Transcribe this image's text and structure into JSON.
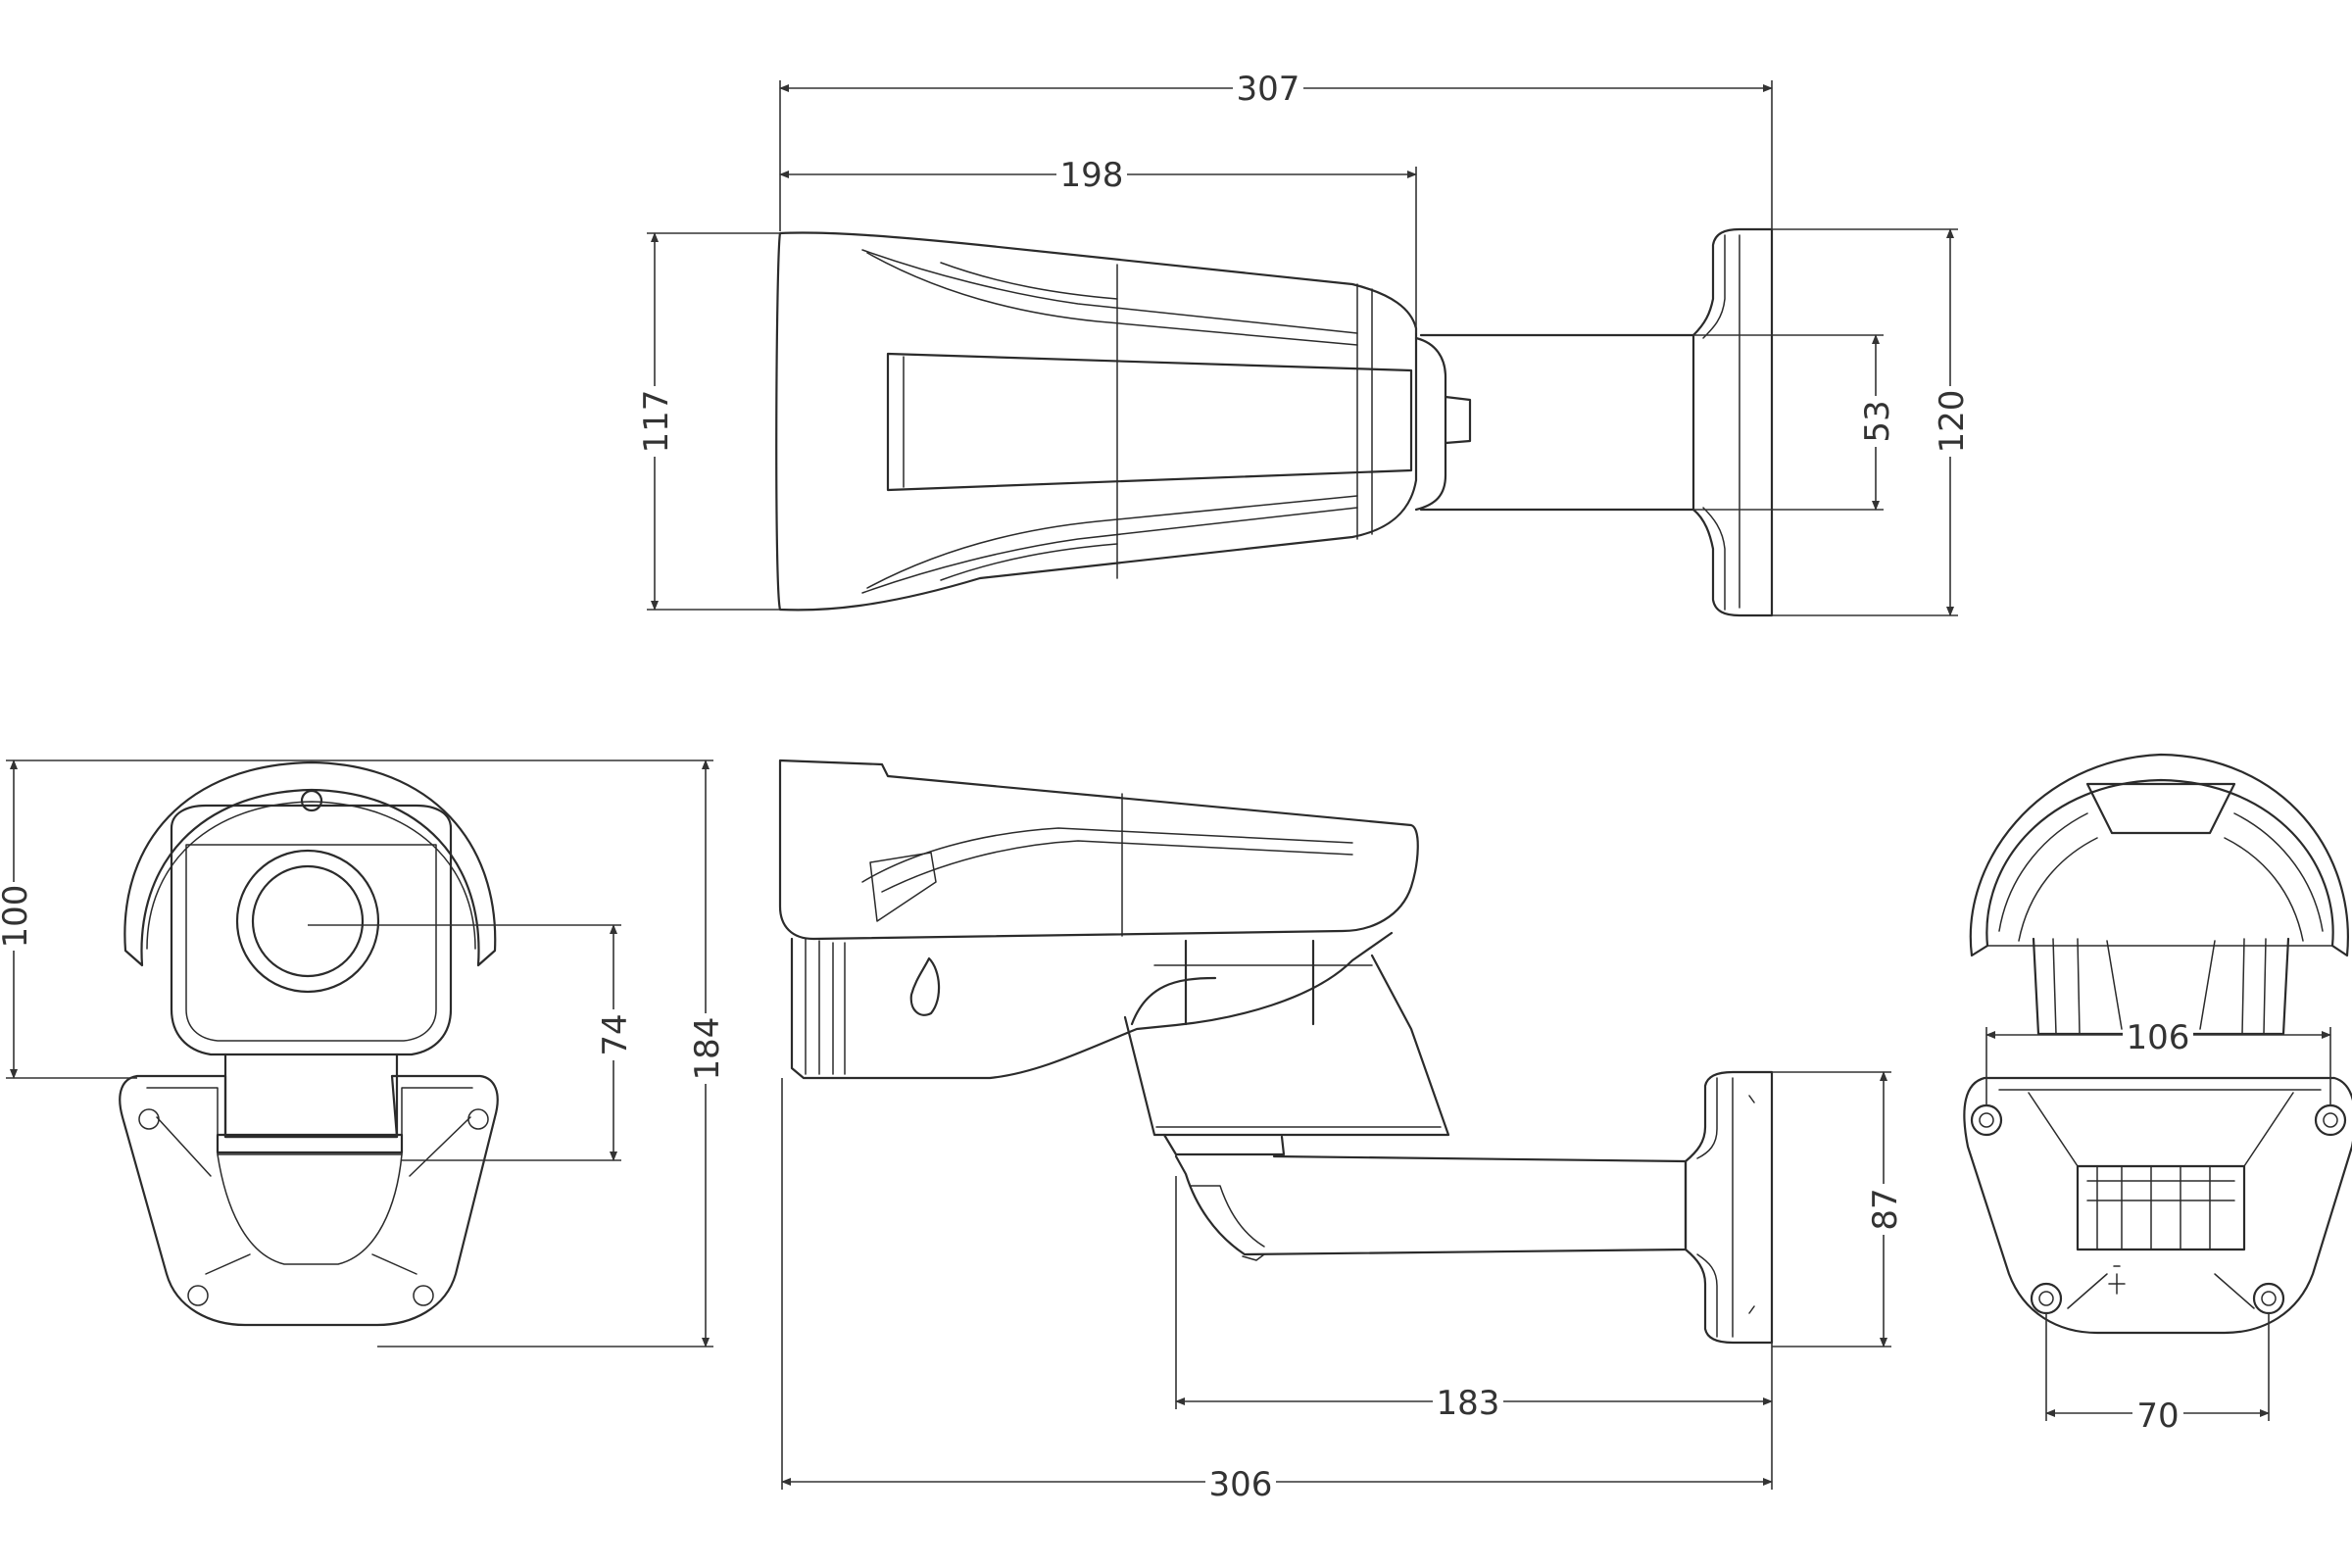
{
  "drawing": {
    "line_color": "#2b2b2b",
    "background": "#ffffff"
  },
  "dimensions": {
    "top_overall_length": "307",
    "top_housing_length": "198",
    "top_housing_width": "117",
    "top_mount_width": "120",
    "top_arm_width": "53",
    "front_housing_height": "100",
    "front_mount_offset": "74",
    "front_total_height": "184",
    "side_mount_height": "87",
    "side_arm_length": "183",
    "side_overall_length": "306",
    "back_mount_width": "106",
    "back_hole_spacing": "70"
  }
}
